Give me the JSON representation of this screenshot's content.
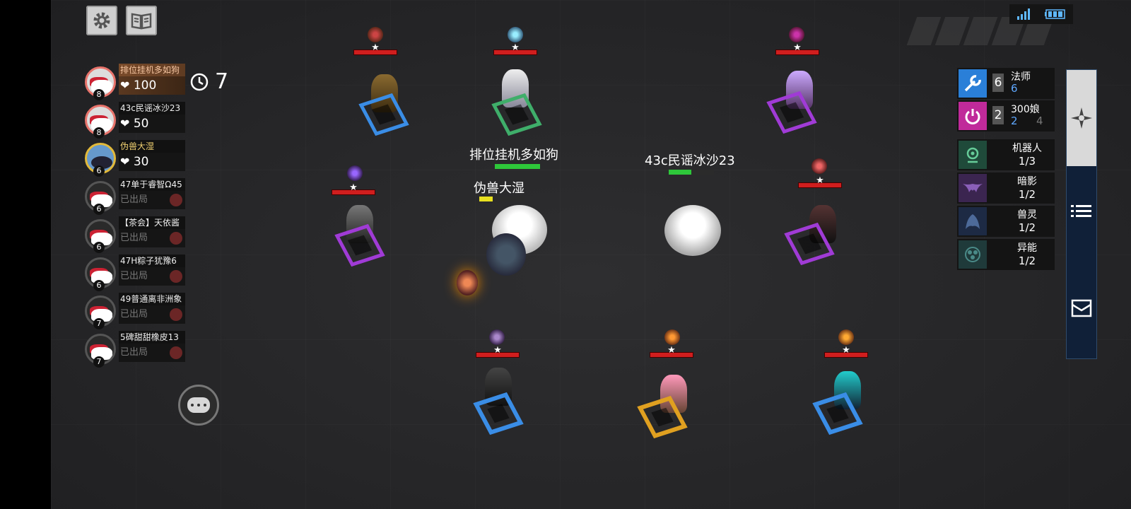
{
  "colors": {
    "background": "#262628",
    "hp": "#d01e1e",
    "blue": "#3a8de6",
    "green": "#3fae6a",
    "purple": "#a03bd6",
    "gold": "#e0a020"
  },
  "top_buttons": [
    {
      "icon": "gear-icon"
    },
    {
      "icon": "book-icon"
    }
  ],
  "status": {
    "icons": [
      "signal-icon",
      "battery-icon"
    ]
  },
  "timer": {
    "icon": "clock-icon",
    "value": "7"
  },
  "players": [
    {
      "name": "排位挂机多如狗",
      "level": "8",
      "hp": "100",
      "status": "alive",
      "highlight": "top"
    },
    {
      "name": "43c民谣冰沙23",
      "level": "8",
      "hp": "50",
      "status": "alive"
    },
    {
      "name": "伪兽大湿",
      "level": "6",
      "hp": "30",
      "status": "alive",
      "highlight": "gold"
    },
    {
      "name": "47单于睿智Ω45",
      "level": "6",
      "out_label": "已出局",
      "status": "out"
    },
    {
      "name": "【茶会】天依酱",
      "level": "6",
      "out_label": "已出局",
      "status": "out"
    },
    {
      "name": "47H粽子犹豫6",
      "level": "6",
      "out_label": "已出局",
      "status": "out"
    },
    {
      "name": "49普通离非洲象",
      "level": "7",
      "out_label": "已出局",
      "status": "out"
    },
    {
      "name": "5碑甜甜橡皮13",
      "level": "7",
      "out_label": "已出局",
      "status": "out"
    }
  ],
  "board": {
    "player_labels": [
      {
        "name": "排位挂机多如狗",
        "hp_fraction": 1.0
      },
      {
        "name": "伪兽大湿",
        "hp_fraction": 0.3
      },
      {
        "name": "43c民谣冰沙23",
        "hp_fraction": 0.5
      }
    ],
    "units": [
      {
        "tile": "blue",
        "star": "★"
      },
      {
        "tile": "green",
        "star": "★"
      },
      {
        "tile": "purple",
        "star": "★"
      },
      {
        "tile": "purple",
        "star": "★"
      },
      {
        "tile": "purple",
        "star": "★"
      },
      {
        "tile": "blue",
        "star": "★"
      },
      {
        "tile": "gold",
        "star": "★"
      },
      {
        "tile": "blue",
        "star": "★"
      }
    ]
  },
  "synergies": [
    {
      "icon": "wrench-icon",
      "count": "6",
      "name": "法师",
      "active": "6",
      "color": "#2a7fd8"
    },
    {
      "icon": "power-icon",
      "count": "2",
      "name": "300娘",
      "active": "2",
      "next": "4",
      "color": "#c02a9a"
    }
  ],
  "synergies_inactive": [
    {
      "icon": "robot-icon",
      "name": "机器人",
      "progress": "1/3",
      "color": "#1f4a3a"
    },
    {
      "icon": "bat-icon",
      "name": "暗影",
      "progress": "1/2",
      "color": "#3b2550"
    },
    {
      "icon": "beast-icon",
      "name": "兽灵",
      "progress": "1/2",
      "color": "#1d2a44"
    },
    {
      "icon": "psi-icon",
      "name": "异能",
      "progress": "1/2",
      "color": "#1f3a3a"
    }
  ],
  "side_panel": {
    "icons": [
      "compass-icon",
      "list-icon",
      "mail-icon"
    ]
  }
}
